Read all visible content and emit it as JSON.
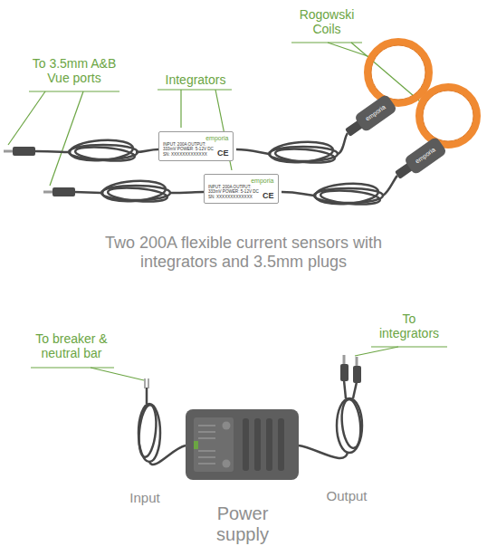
{
  "diagram": {
    "nodes": [
      {
        "text": [
          "emporia",
          "INPUT: 200A OUTPUT: 333mV POWER: 5-12V DC SN: XXXXXXXXXXXXX",
          "CE"
        ]
      },
      {
        "text": [
          "emporia",
          "INPUT: 200A OUTPUT: 333mV POWER: 5-12V DC SN: XXXXXXXXXXXXX",
          "CE"
        ]
      }
    ],
    "labels": [
      "To 3.5mm A&B Vue ports",
      "Integrators",
      "Rogowski Coils",
      "emporia",
      "emporia",
      "Two 200A flexible current sensors with integrators and 3.5mm plugs",
      "To breaker & neutral bar",
      "To integrators",
      "Input",
      "Output",
      "Power supply"
    ]
  }
}
